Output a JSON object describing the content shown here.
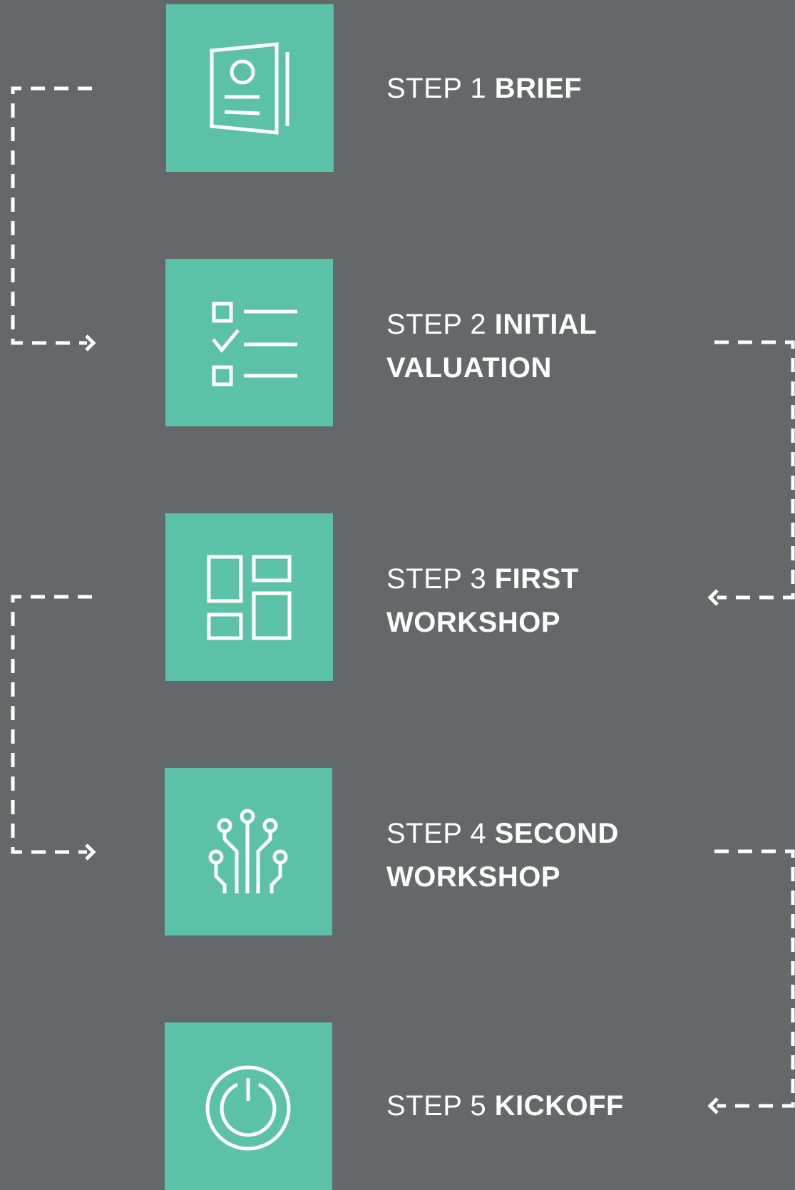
{
  "colors": {
    "background": "#656869",
    "tile": "#5bc2a7",
    "foreground": "#ffffff"
  },
  "steps": [
    {
      "prefix": "STEP 1",
      "title": "BRIEF",
      "icon": "document-icon"
    },
    {
      "prefix": "STEP 2",
      "title": "INITIAL VALUATION",
      "icon": "checklist-icon"
    },
    {
      "prefix": "STEP 3",
      "title": "FIRST WORKSHOP",
      "icon": "layout-icon"
    },
    {
      "prefix": "STEP 4",
      "title": "SECOND WORKSHOP",
      "icon": "circuit-icon"
    },
    {
      "prefix": "STEP 5",
      "title": "KICKOFF",
      "icon": "power-icon"
    }
  ]
}
